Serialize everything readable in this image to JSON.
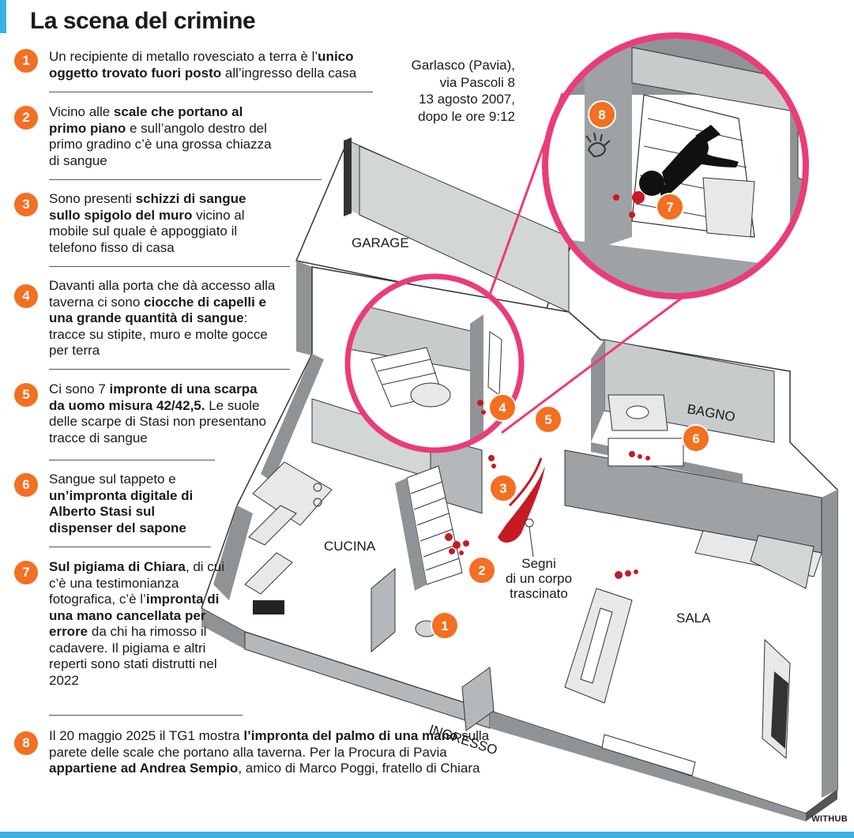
{
  "title": "La scena del crimine",
  "location": [
    "Garlasco (Pavia),",
    "via Pascoli 8",
    "13 agosto 2007,",
    "dopo le ore 9:12"
  ],
  "items": [
    {
      "num": "1",
      "segments": [
        {
          "t": "Un recipiente di metallo rovesciato a terra è l’",
          "b": false
        },
        {
          "t": "unico oggetto trovato fuori posto",
          "b": true
        },
        {
          "t": " all’ingresso della casa",
          "b": false
        }
      ]
    },
    {
      "num": "2",
      "segments": [
        {
          "t": "Vicino alle ",
          "b": false
        },
        {
          "t": "scale che portano al primo piano",
          "b": true
        },
        {
          "t": " e sull’angolo destro del primo gradino c’è una grossa chiazza di sangue",
          "b": false
        }
      ]
    },
    {
      "num": "3",
      "segments": [
        {
          "t": "Sono presenti ",
          "b": false
        },
        {
          "t": "schizzi di sangue sullo spigolo del muro",
          "b": true
        },
        {
          "t": " vicino al mobile sul quale è appoggiato il telefono fisso di casa",
          "b": false
        }
      ]
    },
    {
      "num": "4",
      "segments": [
        {
          "t": "Davanti alla porta che dà accesso alla taverna ci sono ",
          "b": false
        },
        {
          "t": "ciocche di capelli e una grande quantità di sangue",
          "b": true
        },
        {
          "t": ": tracce su stipite, muro e molte gocce per terra",
          "b": false
        }
      ]
    },
    {
      "num": "5",
      "segments": [
        {
          "t": "Ci sono 7 ",
          "b": false
        },
        {
          "t": "impronte di una scarpa da uomo misura 42/42,5.",
          "b": true
        },
        {
          "t": " Le suole delle scarpe di Stasi non presentano tracce di sangue",
          "b": false
        }
      ]
    },
    {
      "num": "6",
      "segments": [
        {
          "t": "Sangue sul tappeto e ",
          "b": false
        },
        {
          "t": "un’impronta digitale di Alberto Stasi sul dispenser del sapone",
          "b": true
        }
      ]
    },
    {
      "num": "7",
      "segments": [
        {
          "t": "Sul pigiama di Chiara",
          "b": true
        },
        {
          "t": ", di cui c’è una testimonianza fotografica, c’è l’",
          "b": false
        },
        {
          "t": "impronta di una mano cancellata per errore",
          "b": true
        },
        {
          "t": " da chi ha rimosso il cadavere. Il pigiama e altri reperti sono stati distrutti nel 2022",
          "b": false
        }
      ]
    },
    {
      "num": "8",
      "segments": [
        {
          "t": "Il 20 maggio 2025 il TG1 mostra ",
          "b": false
        },
        {
          "t": "l’impronta del palmo di una mano",
          "b": true
        },
        {
          "t": " sulla parete delle scale che portano alla taverna. Per la Procura di Pavia ",
          "b": false
        },
        {
          "t": "appartiene ad Andrea Sempio",
          "b": true
        },
        {
          "t": ", amico di Marco Poggi, fratello di Chiara",
          "b": false
        }
      ]
    }
  ],
  "plan": {
    "rooms": {
      "garage": "GARAGE",
      "cucina": "CUCINA",
      "bagno": "BAGNO",
      "sala": "SALA",
      "ingresso": "INGRESSO"
    },
    "annotation": [
      "Segni",
      "di un corpo",
      "trascinato"
    ]
  },
  "colors": {
    "accent": "#f36f21",
    "highlight": "#ea3c78",
    "blood": "#c41b24",
    "wall": "#9ea2a4",
    "floor": "#ffffff",
    "bar": "#3ab0e2"
  },
  "brand": "WITHUB"
}
